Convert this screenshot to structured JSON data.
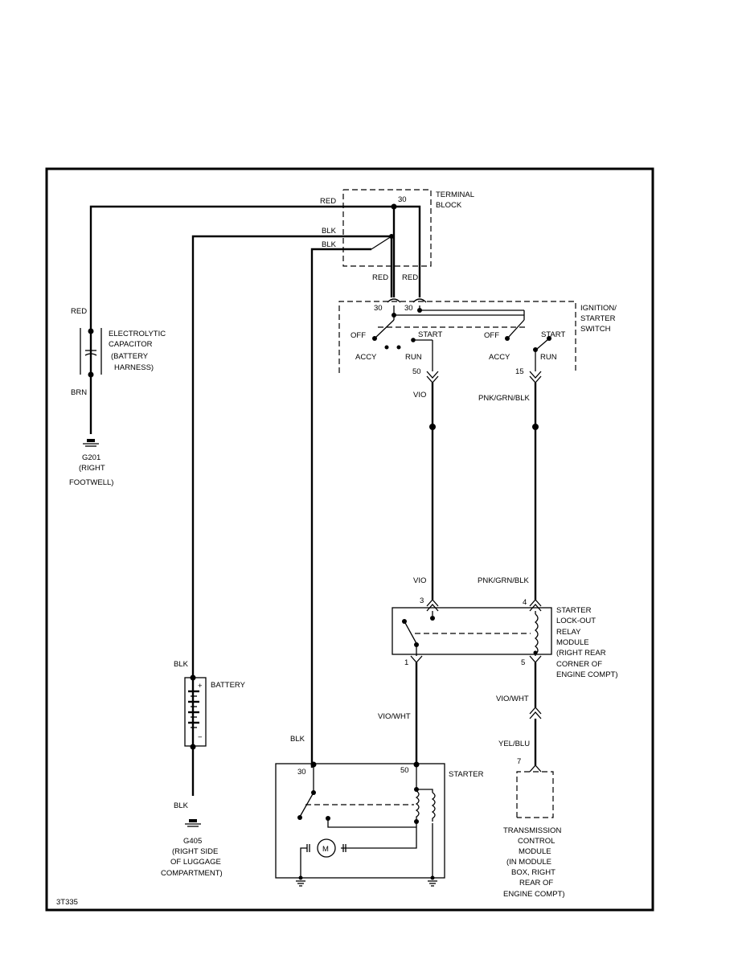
{
  "figure_id": "3T335",
  "components": {
    "terminal_block": {
      "line1": "TERMINAL",
      "line2": "BLOCK",
      "pin": "30"
    },
    "ignition_switch": {
      "line1": "IGNITION/",
      "line2": "STARTER",
      "line3": "SWITCH",
      "pin_30a": "30",
      "pin_30b": "30",
      "pin_50": "50",
      "pin_15": "15",
      "off": "OFF",
      "accy": "ACCY",
      "start": "START",
      "run": "RUN"
    },
    "capacitor": {
      "line1": "ELECTROLYTIC",
      "line2": "CAPACITOR",
      "line3": "(BATTERY",
      "line4": "HARNESS)"
    },
    "ground_g201": {
      "line1": "G201",
      "line2": "(RIGHT",
      "line3": "FOOTWELL)"
    },
    "battery": {
      "label": "BATTERY",
      "plus": "+",
      "minus": "−"
    },
    "ground_g405": {
      "line1": "G405",
      "line2": "(RIGHT SIDE",
      "line3": "OF LUGGAGE",
      "line4": "COMPARTMENT)"
    },
    "relay_module": {
      "line1": "STARTER",
      "line2": "LOCK-OUT",
      "line3": "RELAY",
      "line4": "MODULE",
      "line5": "(RIGHT REAR",
      "line6": "CORNER OF",
      "line7": "ENGINE COMPT)",
      "pin_3": "3",
      "pin_4": "4",
      "pin_1": "1",
      "pin_5": "5"
    },
    "starter": {
      "label": "STARTER",
      "pin_30": "30",
      "pin_50": "50",
      "motor": "M"
    },
    "tcm": {
      "line1": "TRANSMISSION",
      "line2": "CONTROL",
      "line3": "MODULE",
      "line4": "(IN MODULE",
      "line5": "BOX, RIGHT",
      "line6": "REAR OF",
      "line7": "ENGINE COMPT)",
      "pin": "7"
    }
  },
  "wires": {
    "red_top": "RED",
    "blk_1": "BLK",
    "blk_2": "BLK",
    "red_left": "RED",
    "red_right": "RED",
    "red_cap": "RED",
    "brn": "BRN",
    "vio_top": "VIO",
    "pnk_top": "PNK/GRN/BLK",
    "vio_bottom": "VIO",
    "pnk_bottom": "PNK/GRN/BLK",
    "blk_battery_top": "BLK",
    "blk_battery_bottom": "BLK",
    "blk_starter": "BLK",
    "vio_wht_left": "VIO/WHT",
    "vio_wht_right": "VIO/WHT",
    "yel_blu": "YEL/BLU"
  }
}
